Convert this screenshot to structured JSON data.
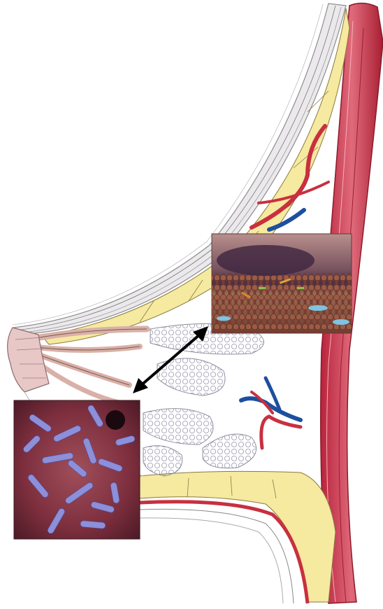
{
  "image": {
    "subject": "breast-cross-section-anatomy",
    "insets": [
      {
        "name": "mucosa-bacteria-inset",
        "icon": "epithelium-rendering"
      },
      {
        "name": "bacteria-micrograph-inset",
        "icon": "bacteria-micrograph"
      }
    ],
    "connector": {
      "name": "double-headed-arrow"
    }
  },
  "colors": {
    "skin": "#e9e3e6",
    "fat": "#f6e9a0",
    "muscle": "#d2495e",
    "artery": "#c8303f",
    "vein": "#1d4fa0",
    "lobule": "#c9c9d6",
    "mucosa": "#8b5a4e",
    "bacteria": "#8d8fd8"
  }
}
